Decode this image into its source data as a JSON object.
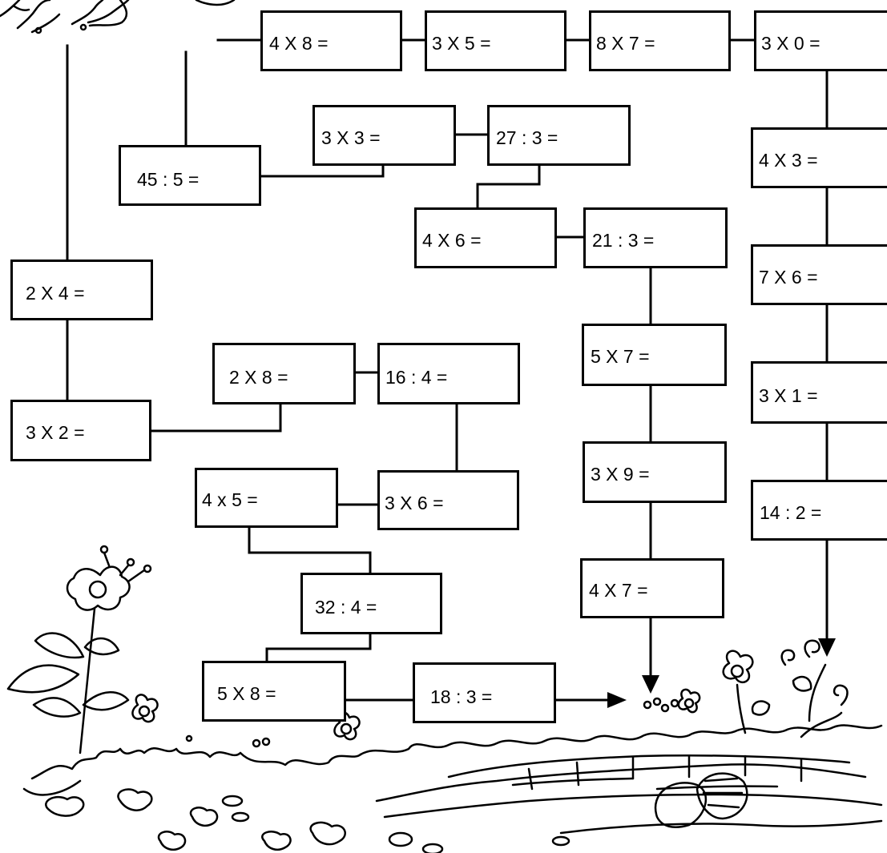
{
  "puzzle": {
    "boxes": [
      {
        "id": "b01",
        "text": "4 X 8 ="
      },
      {
        "id": "b02",
        "text": "3 X 5 ="
      },
      {
        "id": "b03",
        "text": "8 X 7 ="
      },
      {
        "id": "b04",
        "text": "3 X 0 ="
      },
      {
        "id": "b05",
        "text": "3 X 3 ="
      },
      {
        "id": "b06",
        "text": "27 : 3 ="
      },
      {
        "id": "b07",
        "text": "45 : 5 ="
      },
      {
        "id": "b08",
        "text": "4 X 3 ="
      },
      {
        "id": "b09",
        "text": "4 X 6 ="
      },
      {
        "id": "b10",
        "text": "21 : 3 ="
      },
      {
        "id": "b11",
        "text": "7 X 6 ="
      },
      {
        "id": "b12",
        "text": "2 X 4 ="
      },
      {
        "id": "b13",
        "text": "5 X 7 ="
      },
      {
        "id": "b14",
        "text": "2 X 8 ="
      },
      {
        "id": "b15",
        "text": "16 : 4 ="
      },
      {
        "id": "b16",
        "text": "3 X 1 ="
      },
      {
        "id": "b17",
        "text": "3 X 2 ="
      },
      {
        "id": "b18",
        "text": "3 X 9 ="
      },
      {
        "id": "b19",
        "text": "4 x 5 ="
      },
      {
        "id": "b20",
        "text": "3 X 6 ="
      },
      {
        "id": "b21",
        "text": "14 : 2 ="
      },
      {
        "id": "b22",
        "text": "32 : 4 ="
      },
      {
        "id": "b23",
        "text": "4 X 7 ="
      },
      {
        "id": "b24",
        "text": "5 X 8 ="
      },
      {
        "id": "b25",
        "text": "18 : 3 ="
      }
    ]
  }
}
